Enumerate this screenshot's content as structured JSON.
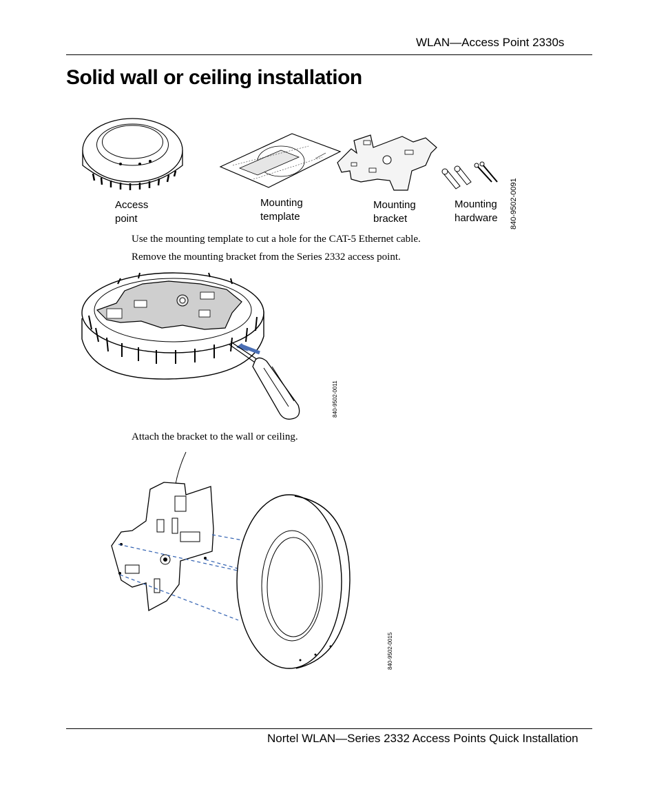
{
  "header": {
    "title": "WLAN—Access Point 2330s"
  },
  "page_title": "Solid wall or ceiling installation",
  "figure1": {
    "labels": [
      {
        "line1": "Access",
        "line2": "point"
      },
      {
        "line1": "Mounting",
        "line2": "template"
      },
      {
        "line1": "Mounting",
        "line2": "bracket"
      },
      {
        "line1": "Mounting",
        "line2": "hardware"
      }
    ],
    "part_number": "840-9502-0091"
  },
  "steps": [
    "Use the mounting template to cut a hole for the CAT-5 Ethernet cable.",
    "Remove the mounting bracket from the Series 2332 access point.",
    "Attach the bracket to the wall or ceiling."
  ],
  "figure2": {
    "part_number": "840-9502-0011"
  },
  "figure3": {
    "part_number": "840-9502-0015"
  },
  "footer": {
    "text": "Nortel WLAN—Series 2332 Access Points Quick Installation"
  },
  "colors": {
    "arrow": "#4a6fb5",
    "dashed_line": "#2f5fb0",
    "grey_fill": "#cfcfcf"
  }
}
